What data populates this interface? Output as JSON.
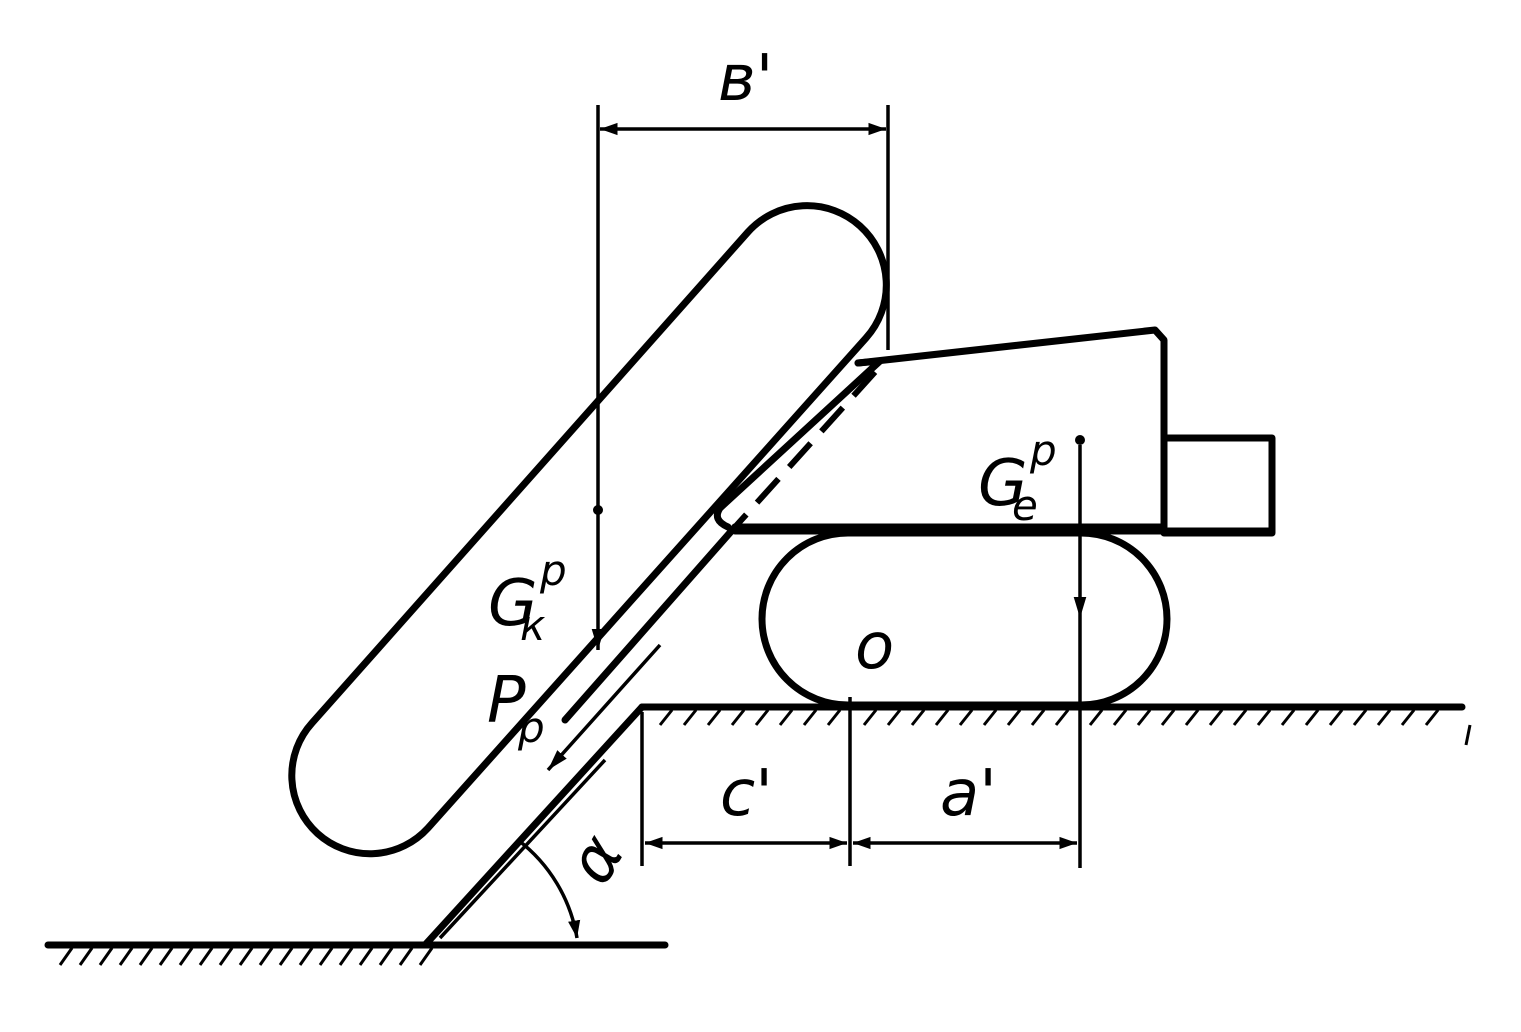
{
  "labels": {
    "b_prime": "в'",
    "c_prime": "c'",
    "a_prime": "a'",
    "o_point": "o",
    "gk_main": "G",
    "gk_sup": "p",
    "gk_sub": "к",
    "ge_main": "G",
    "ge_sup": "p",
    "ge_sub": "e",
    "pp_main": "P",
    "pp_sub": "p",
    "alpha": "α"
  }
}
